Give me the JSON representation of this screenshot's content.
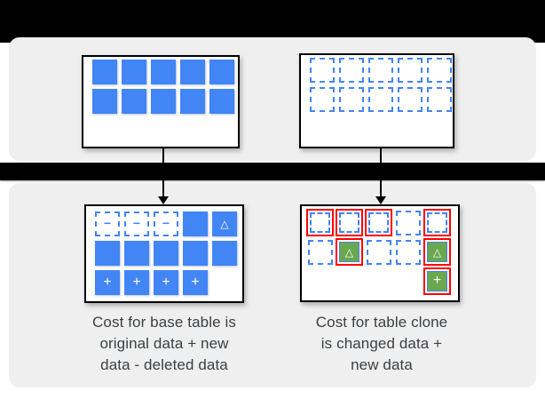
{
  "colors": {
    "block_blue": "#4285F4",
    "block_green": "#6AA84F",
    "highlight_red": "#FE0000",
    "section_card_gray": "#EFEFEF",
    "caption_text": "#3C4043",
    "bar_black": "#000000"
  },
  "glyphs": {
    "minus": "−",
    "triangle": "△",
    "plus": "+"
  },
  "captions": {
    "base_table": {
      "lines": [
        "Cost for base table is",
        "original data + new",
        "data - deleted data"
      ]
    },
    "table_clone": {
      "lines": [
        "Cost for table clone",
        "is changed data +",
        "new data"
      ]
    }
  },
  "boxes": {
    "base_original": {
      "rows": [
        [
          "solid",
          "solid",
          "solid",
          "solid",
          "solid"
        ],
        [
          "solid",
          "solid",
          "solid",
          "solid",
          "solid"
        ]
      ]
    },
    "clone_original": {
      "rows": [
        [
          "dashed",
          "dashed",
          "dashed",
          "dashed",
          "dashed"
        ],
        [
          "dashed",
          "dashed",
          "dashed",
          "dashed",
          "dashed"
        ]
      ]
    },
    "base_after": {
      "rows": [
        [
          "dashed-minus",
          "dashed-minus",
          "dashed-minus",
          "solid",
          "solid-triangle"
        ],
        [
          "solid",
          "solid",
          "solid",
          "solid",
          "solid"
        ],
        [
          "solid-plus",
          "solid-plus",
          "solid-plus",
          "solid-plus",
          "empty"
        ]
      ]
    },
    "clone_after": {
      "rows": [
        [
          "red-dashed",
          "red-dashed",
          "red-dashed",
          "dashed",
          "red-dashed"
        ],
        [
          "dashed",
          "red-green-triangle",
          "dashed",
          "dashed",
          "red-green-triangle"
        ],
        [
          "empty",
          "empty",
          "empty",
          "empty",
          "red-green-plus"
        ]
      ]
    }
  }
}
